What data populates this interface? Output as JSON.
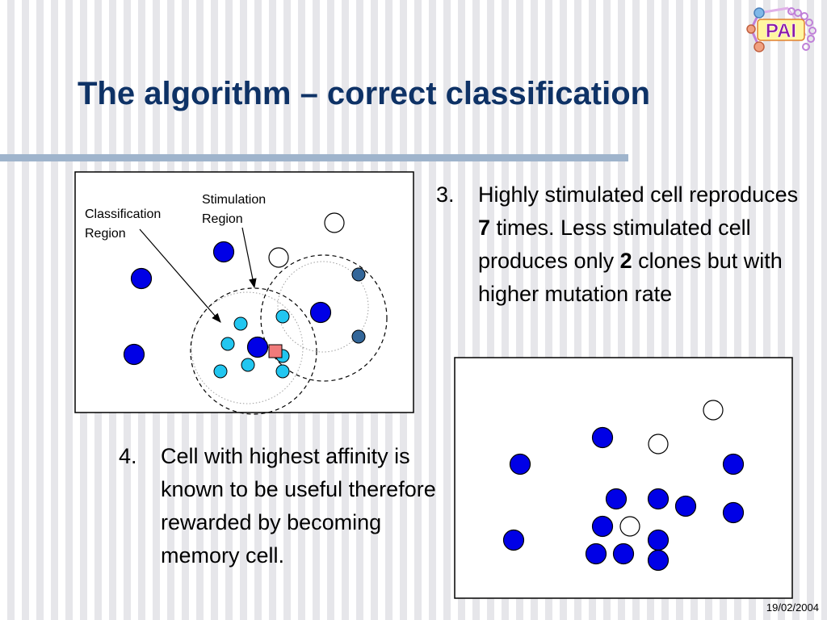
{
  "slide": {
    "title": "The algorithm – correct classification",
    "date": "19/02/2004",
    "logo_text": "PAI",
    "colors": {
      "title": "#0e3266",
      "dark_cell": "#0000e6",
      "light_cell": "#22c6f0",
      "mid_cell": "#336699",
      "empty_cell": "#ffffff",
      "antigen": "#ef7a7a"
    }
  },
  "diagram_left": {
    "classification_label": "Classification\nRegion",
    "stimulation_label": "Stimulation\nRegion"
  },
  "point3": {
    "number": "3.",
    "text_a": "Highly stimulated cell reproduces ",
    "num_a": "7",
    "text_b": " times. Less stimulated cell produces only ",
    "num_b": "2",
    "text_c": " clones but with higher mutation rate"
  },
  "point4": {
    "number": "4.",
    "text": "Cell with highest affinity is known to be useful therefore rewarded by becoming memory cell."
  }
}
